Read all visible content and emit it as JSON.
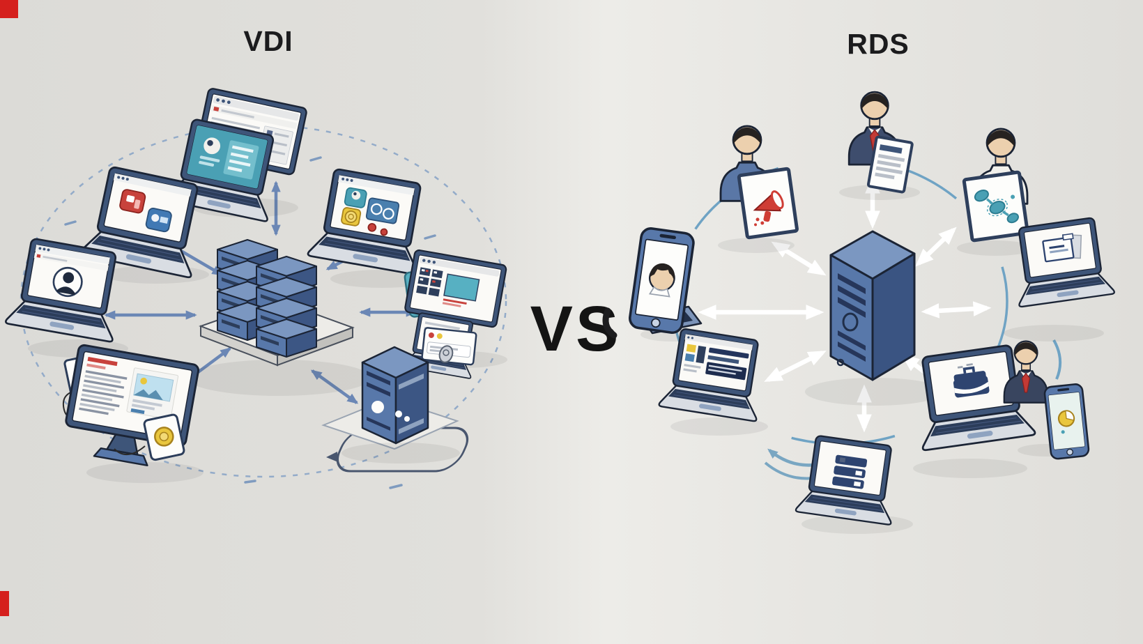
{
  "illustration": {
    "background_color": "#e2e1dd",
    "left": {
      "title": "VDI",
      "center_node": "virtual-desktop-server-stack-icon",
      "clients": [
        "workstation-profile-screen-icon",
        "laptop-app-tiles-icon",
        "laptop-user-avatar-icon",
        "laptop-app-dashboard-icon",
        "workstation-media-icon",
        "monitor-document-icon",
        "gateway-tower-icon"
      ],
      "connector_color": "#6b87b5",
      "boundary": "dashed-ellipse"
    },
    "center": {
      "vs_label": "VS"
    },
    "right": {
      "title": "RDS",
      "center_node": "session-host-tower-icon",
      "clients": [
        "user-presentation-card-icon",
        "user-megaphone-tablet-icon",
        "user-network-tablet-icon",
        "smartphone-avatar-icon",
        "laptop-webpage-icon",
        "laptop-database-icon",
        "laptop-briefcase-icon",
        "user-pie-chart-phone-icon",
        "laptop-document-icon"
      ],
      "connector_color": "#ffffff",
      "boundary": "blue-circle"
    },
    "palette": {
      "server_top": "#7b97c1",
      "server_front": "#5878aa",
      "server_side": "#3c5684",
      "outline": "#1b2435",
      "accent_teal": "#4aa0b4",
      "accent_red": "#c8423c",
      "accent_yellow": "#e9c63d",
      "circle_blue": "#6fa3c4",
      "corner_mark_red": "#d5201d"
    },
    "corner_marks": [
      "top-left",
      "bottom-left"
    ]
  }
}
